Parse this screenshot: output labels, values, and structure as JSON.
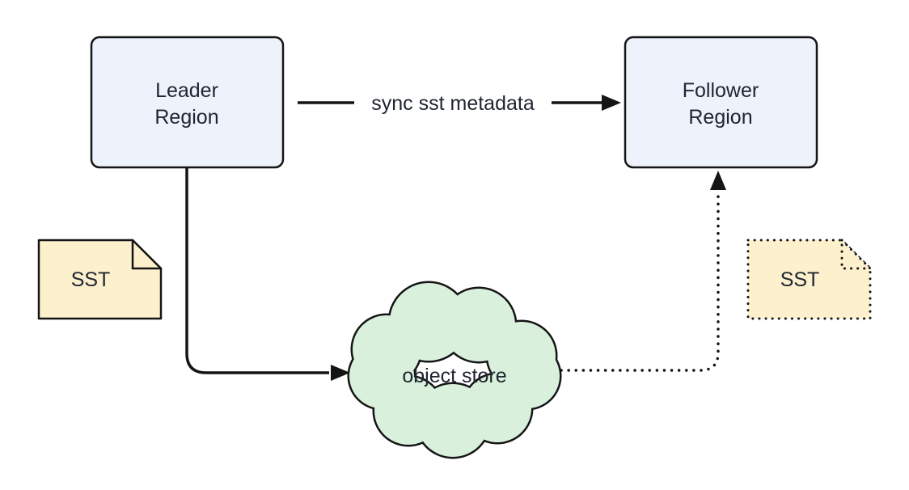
{
  "diagram": {
    "nodes": {
      "leader_region": {
        "lines": [
          "Leader",
          "Region"
        ]
      },
      "follower_region": {
        "lines": [
          "Follower",
          "Region"
        ]
      },
      "sst_left": {
        "label": "SST"
      },
      "sst_right": {
        "label": "SST"
      },
      "object_store": {
        "label": "object store"
      }
    },
    "edges": {
      "sync_metadata": {
        "label": "sync sst metadata",
        "style": "solid"
      },
      "leader_to_store": {
        "style": "solid"
      },
      "store_to_follower": {
        "style": "dotted"
      }
    },
    "colors": {
      "region_fill": "#edf2fb",
      "document_fill": "#fcf0cd",
      "cloud_fill": "#d9f1dc",
      "stroke": "#151515",
      "text": "#1f2430",
      "label_background": "#ffffff",
      "background": "#ffffff"
    }
  }
}
